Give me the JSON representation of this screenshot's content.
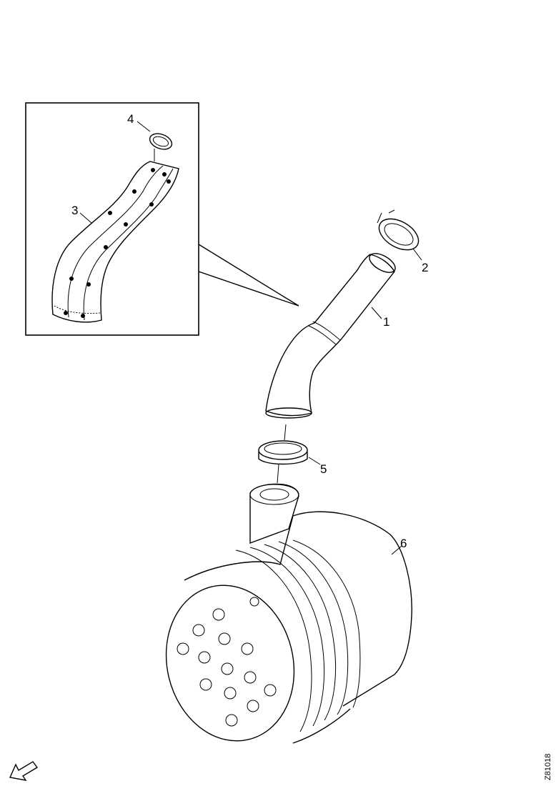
{
  "callouts": [
    "1",
    "2",
    "3",
    "4",
    "5",
    "6"
  ],
  "figure_code": "Z81018"
}
